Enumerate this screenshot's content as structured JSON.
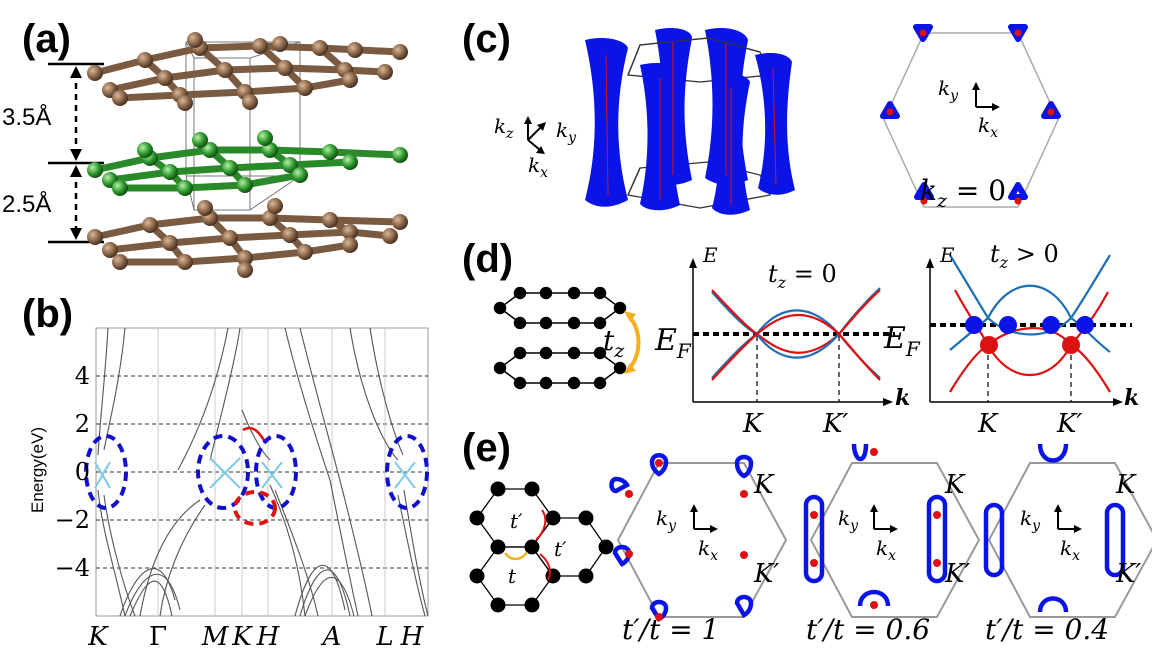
{
  "panels": {
    "a": {
      "label": "(a)",
      "spacing_top": "3.5Å",
      "spacing_bottom": "2.5Å"
    },
    "b": {
      "label": "(b)",
      "ylabel": "Energy(eV)",
      "yticks": [
        "4",
        "2",
        "0",
        "−2",
        "−4"
      ],
      "xticks": [
        "K",
        "Γ",
        "M",
        "K",
        "H",
        "A",
        "L",
        "H"
      ]
    },
    "c": {
      "label": "(c)",
      "axis_kz": "k",
      "axis_kz_sub": "z",
      "axis_ky": "k",
      "axis_ky_sub": "y",
      "axis_kx": "k",
      "axis_kx_sub": "x",
      "slice_caption": "k",
      "slice_caption_sub": "z",
      "slice_caption_rest": " = 0"
    },
    "d": {
      "label": "(d)",
      "hop": "t",
      "hop_sub": "z",
      "plot1_title": "t",
      "plot1_title_sub": "z",
      "plot1_title_rest": " = 0",
      "plot2_title": "t",
      "plot2_title_sub": "z",
      "plot2_title_rest": " > 0",
      "E": "E",
      "EF": "E",
      "EF_sub": "F",
      "k": "k",
      "K": "K",
      "Kp": "K′"
    },
    "e": {
      "label": "(e)",
      "t": "t",
      "tp": "t′",
      "K": "K",
      "Kp": "K′",
      "captions": [
        "t′/t = 1",
        "t′/t = 0.6",
        "t′/t = 0.4"
      ]
    }
  },
  "chart_data": {
    "type": "line",
    "title": "",
    "xlabel": "",
    "ylabel": "Energy(eV)",
    "categories": [
      "K",
      "Γ",
      "M",
      "K",
      "H",
      "A",
      "L",
      "H"
    ],
    "ylim": [
      -6,
      6
    ],
    "gridlines_y": [
      4,
      2,
      0,
      -2,
      -4
    ],
    "highlights": [
      {
        "at": "K",
        "energy": 0,
        "color": "#1010cc"
      },
      {
        "at": "M",
        "energy": 0,
        "color": "#1010cc"
      },
      {
        "at": "H",
        "energy": 0,
        "color": "#1010cc"
      },
      {
        "at": "H (end)",
        "energy": 0,
        "color": "#1010cc"
      },
      {
        "at": "K",
        "energy": -1.6,
        "color": "#dd1111"
      }
    ]
  },
  "colors": {
    "carbon_brown": "#8b6548",
    "carbon_green": "#2e9a2e",
    "fermi_blue": "#0a14e6",
    "band_red": "#dd1111",
    "band_blue": "#1f6fb4",
    "hop_orange": "#f0b020",
    "light_blue": "#7ec8e8"
  }
}
